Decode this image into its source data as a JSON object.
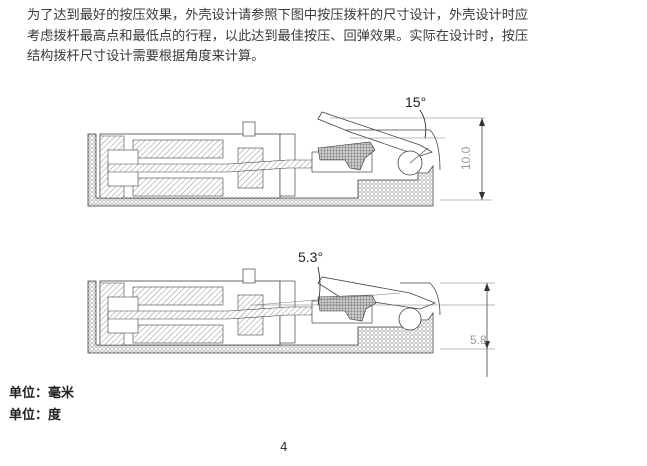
{
  "intro": {
    "lines": [
      "为了达到最好的按压效果，外壳设计请参照下图中按压拨杆的尺寸设计，外壳设计时应",
      "考虑拨杆最高点和最低点的行程，以此达到最佳按压、回弹效果。实际在设计时，按压",
      "结构拨杆尺寸设计需要根据角度来计算。"
    ]
  },
  "figures": [
    {
      "angle_label": "15°",
      "dimension_label": "10.0"
    },
    {
      "angle_label": "5.3°",
      "dimension_label": "5.8"
    }
  ],
  "units": [
    "单位：毫米",
    "单位：度"
  ],
  "page_number": "4"
}
